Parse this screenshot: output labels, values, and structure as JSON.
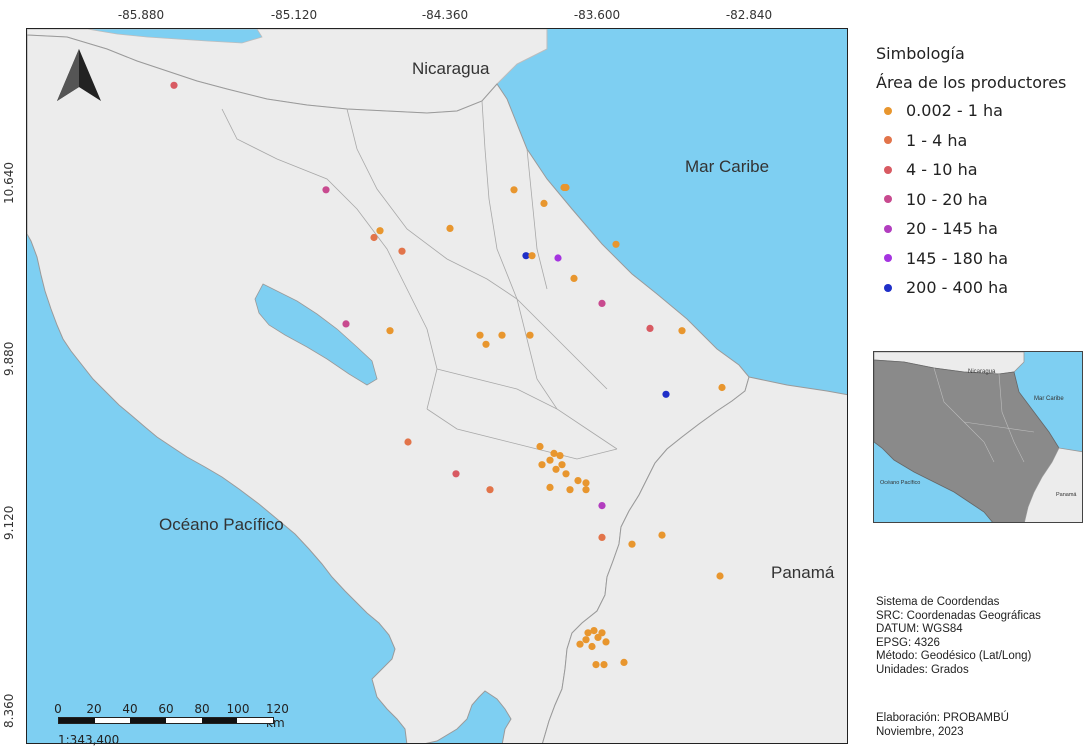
{
  "axes": {
    "top_ticks": [
      "-85.880",
      "-85.120",
      "-84.360",
      "-83.600",
      "-82.840"
    ],
    "left_ticks": [
      "10.640",
      "9.880",
      "9.120",
      "8.360"
    ]
  },
  "map_labels": {
    "nicaragua": "Nicaragua",
    "mar_caribe": "Mar Caribe",
    "oceano_pacifico": "Océano Pacífico",
    "panama": "Panamá"
  },
  "legend": {
    "title": "Simbología",
    "subtitle": "Área de los productores",
    "classes": [
      {
        "label": "0.002 - 1 ha",
        "color": "#e8962e"
      },
      {
        "label": "1 - 4 ha",
        "color": "#e2744a"
      },
      {
        "label": "4 - 10 ha",
        "color": "#d85a62"
      },
      {
        "label": "10 - 20 ha",
        "color": "#c84a8f"
      },
      {
        "label": "20 - 145 ha",
        "color": "#b23dbf"
      },
      {
        "label": "145 - 180 ha",
        "color": "#a534e0"
      },
      {
        "label": "200 - 400 ha",
        "color": "#1f2fc8"
      }
    ]
  },
  "inset": {
    "nicaragua": "Nicaragua",
    "mar_caribe": "Mar Caribe",
    "oceano_pacifico": "Océano Pacífico",
    "panama": "Panamá"
  },
  "scale": {
    "ticks": [
      "0",
      "20",
      "40",
      "60",
      "80",
      "100",
      "120 km"
    ],
    "ratio": "1:343,400"
  },
  "info": {
    "line1": "Sistema de Coordendas",
    "line2": "SRC: Coordenadas Geográficas",
    "line3": "DATUM: WGS84",
    "line4": "EPSG: 4326",
    "line5": "Método: Geodésico (Lat/Long)",
    "line6": "Unidades: Grados",
    "credit1": "Elaboración: PROBAMBÚ",
    "credit2": "Noviembre, 2023"
  },
  "producers": [
    {
      "lon": -85.72,
      "lat": 11.07,
      "class": 2
    },
    {
      "lon": -84.96,
      "lat": 10.61,
      "class": 3
    },
    {
      "lon": -84.02,
      "lat": 10.61,
      "class": 0
    },
    {
      "lon": -83.77,
      "lat": 10.62,
      "class": 0
    },
    {
      "lon": -83.76,
      "lat": 10.62,
      "class": 0
    },
    {
      "lon": -83.87,
      "lat": 10.55,
      "class": 0
    },
    {
      "lon": -84.34,
      "lat": 10.44,
      "class": 0
    },
    {
      "lon": -84.69,
      "lat": 10.43,
      "class": 0
    },
    {
      "lon": -84.72,
      "lat": 10.4,
      "class": 1
    },
    {
      "lon": -84.58,
      "lat": 10.34,
      "class": 1
    },
    {
      "lon": -83.96,
      "lat": 10.32,
      "class": 6
    },
    {
      "lon": -83.93,
      "lat": 10.32,
      "class": 0
    },
    {
      "lon": -83.8,
      "lat": 10.31,
      "class": 5
    },
    {
      "lon": -83.51,
      "lat": 10.37,
      "class": 0
    },
    {
      "lon": -83.72,
      "lat": 10.22,
      "class": 0
    },
    {
      "lon": -83.58,
      "lat": 10.11,
      "class": 3
    },
    {
      "lon": -84.86,
      "lat": 10.02,
      "class": 3
    },
    {
      "lon": -84.64,
      "lat": 9.99,
      "class": 0
    },
    {
      "lon": -84.19,
      "lat": 9.97,
      "class": 0
    },
    {
      "lon": -84.08,
      "lat": 9.97,
      "class": 0
    },
    {
      "lon": -83.94,
      "lat": 9.97,
      "class": 0
    },
    {
      "lon": -84.16,
      "lat": 9.93,
      "class": 0
    },
    {
      "lon": -83.34,
      "lat": 10.0,
      "class": 2
    },
    {
      "lon": -83.18,
      "lat": 9.99,
      "class": 0
    },
    {
      "lon": -83.26,
      "lat": 9.71,
      "class": 6
    },
    {
      "lon": -82.98,
      "lat": 9.74,
      "class": 0
    },
    {
      "lon": -84.55,
      "lat": 9.5,
      "class": 1
    },
    {
      "lon": -84.31,
      "lat": 9.36,
      "class": 2
    },
    {
      "lon": -84.14,
      "lat": 9.29,
      "class": 1
    },
    {
      "lon": -83.89,
      "lat": 9.48,
      "class": 0
    },
    {
      "lon": -83.82,
      "lat": 9.45,
      "class": 0
    },
    {
      "lon": -83.79,
      "lat": 9.44,
      "class": 0
    },
    {
      "lon": -83.84,
      "lat": 9.42,
      "class": 0
    },
    {
      "lon": -83.78,
      "lat": 9.4,
      "class": 0
    },
    {
      "lon": -83.81,
      "lat": 9.38,
      "class": 0
    },
    {
      "lon": -83.88,
      "lat": 9.4,
      "class": 0
    },
    {
      "lon": -83.76,
      "lat": 9.36,
      "class": 0
    },
    {
      "lon": -83.7,
      "lat": 9.33,
      "class": 0
    },
    {
      "lon": -83.66,
      "lat": 9.32,
      "class": 0
    },
    {
      "lon": -83.74,
      "lat": 9.29,
      "class": 0
    },
    {
      "lon": -83.66,
      "lat": 9.29,
      "class": 0
    },
    {
      "lon": -83.84,
      "lat": 9.3,
      "class": 0
    },
    {
      "lon": -83.58,
      "lat": 9.22,
      "class": 4
    },
    {
      "lon": -83.58,
      "lat": 9.08,
      "class": 1
    },
    {
      "lon": -83.43,
      "lat": 9.05,
      "class": 0
    },
    {
      "lon": -83.28,
      "lat": 9.09,
      "class": 0
    },
    {
      "lon": -82.99,
      "lat": 8.91,
      "class": 0
    },
    {
      "lon": -83.65,
      "lat": 8.66,
      "class": 0
    },
    {
      "lon": -83.62,
      "lat": 8.67,
      "class": 0
    },
    {
      "lon": -83.58,
      "lat": 8.66,
      "class": 0
    },
    {
      "lon": -83.66,
      "lat": 8.63,
      "class": 0
    },
    {
      "lon": -83.6,
      "lat": 8.64,
      "class": 0
    },
    {
      "lon": -83.56,
      "lat": 8.62,
      "class": 0
    },
    {
      "lon": -83.63,
      "lat": 8.6,
      "class": 0
    },
    {
      "lon": -83.69,
      "lat": 8.61,
      "class": 0
    },
    {
      "lon": -83.61,
      "lat": 8.52,
      "class": 0
    },
    {
      "lon": -83.57,
      "lat": 8.52,
      "class": 0
    },
    {
      "lon": -83.47,
      "lat": 8.53,
      "class": 0
    }
  ]
}
